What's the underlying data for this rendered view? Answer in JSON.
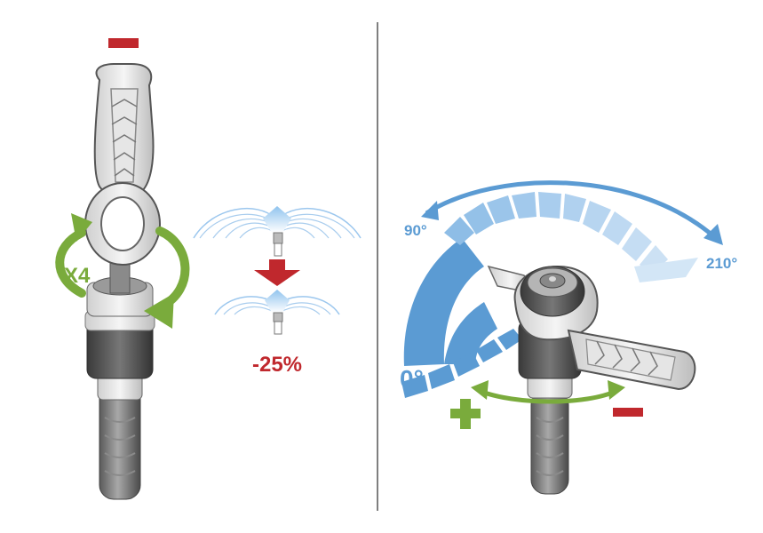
{
  "left_panel": {
    "minus_symbol": "minus-sign",
    "turns_label": "X4",
    "reduction_label": "-25%"
  },
  "right_panel": {
    "angle_start_label": "0°",
    "angle_mid_label": "90°",
    "angle_end_label": "210°",
    "plus_symbol": "plus-sign",
    "minus_symbol": "minus-sign"
  },
  "colors": {
    "red": "#c0282d",
    "green": "#7aab3c",
    "blue": "#5b9bd3",
    "light_blue": "#a9cdee",
    "divider": "#555555"
  }
}
